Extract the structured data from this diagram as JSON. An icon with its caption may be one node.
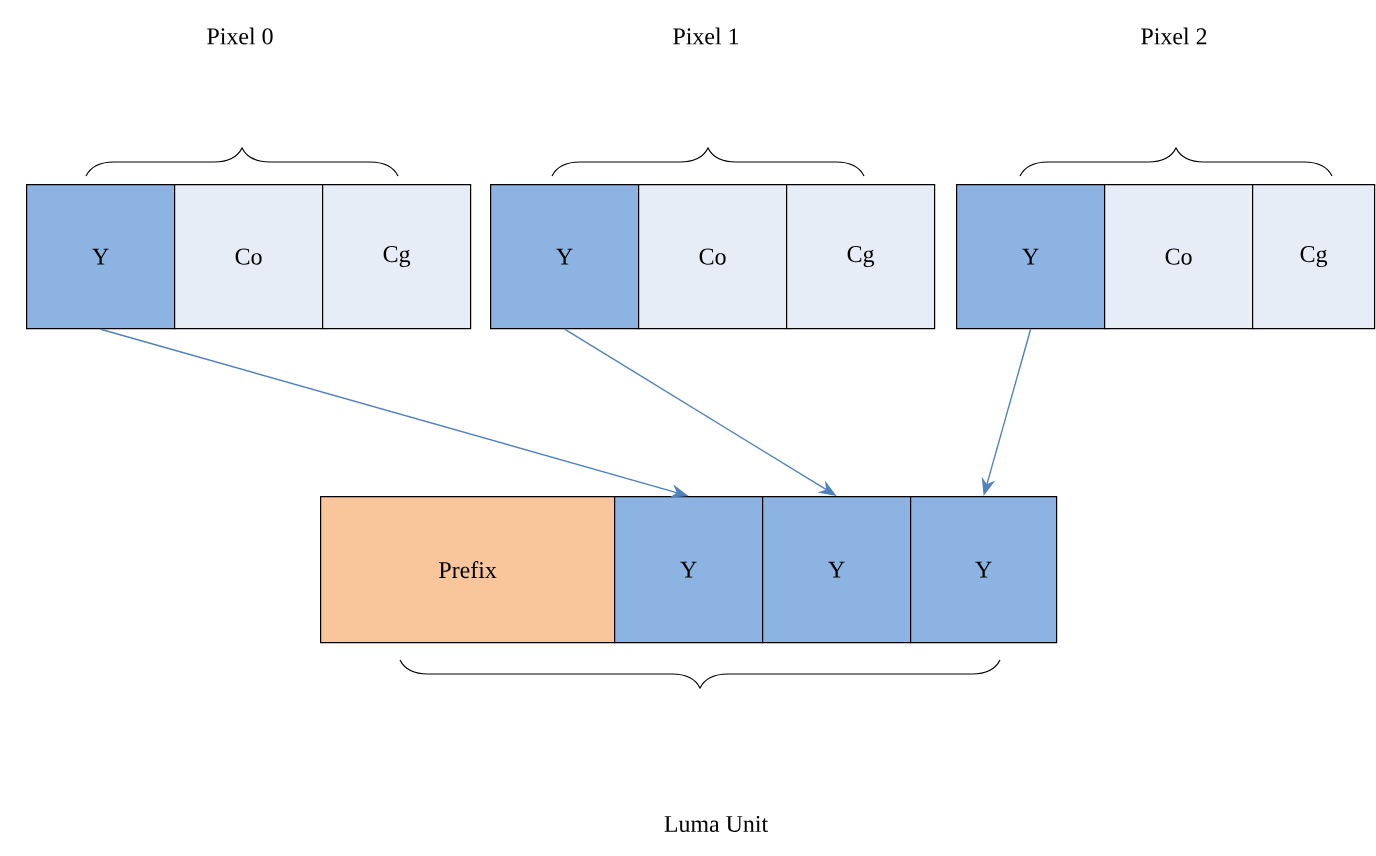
{
  "diagram": {
    "nodes": [
      {
        "text": [
          "Y"
        ]
      },
      {
        "text": [
          "Co"
        ]
      },
      {
        "text": [
          "Cg"
        ]
      },
      {
        "text": [
          "Y"
        ]
      },
      {
        "text": [
          "Co"
        ]
      },
      {
        "text": [
          "Cg"
        ]
      },
      {
        "text": [
          "Y"
        ]
      },
      {
        "text": [
          "Co"
        ]
      },
      {
        "text": [
          "Cg"
        ]
      },
      {
        "text": [
          "Prefix"
        ]
      },
      {
        "text": [
          "Y"
        ]
      },
      {
        "text": [
          "Y"
        ]
      },
      {
        "text": [
          "Y"
        ]
      }
    ],
    "edges": [
      {
        "from": 0,
        "to": 10,
        "arrow": "to"
      },
      {
        "from": 3,
        "to": 11,
        "arrow": "to"
      },
      {
        "from": 6,
        "to": 12,
        "arrow": "to"
      }
    ],
    "labels": [
      "Pixel 0",
      "Pixel 1",
      "Pixel 2",
      "Luma Unit"
    ]
  }
}
